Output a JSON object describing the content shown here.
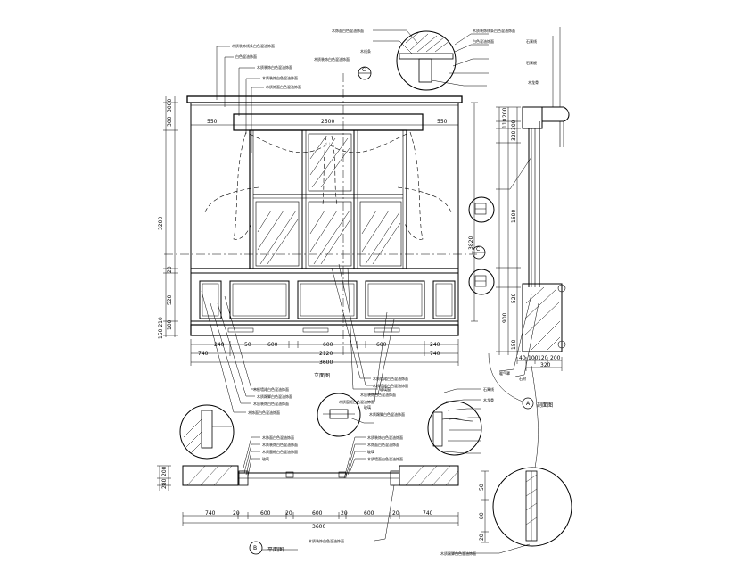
{
  "elevation": {
    "top_widths": [
      "550",
      "2500",
      "550"
    ],
    "bottom_row1": [
      "240",
      "50",
      "600",
      "600",
      "600",
      "240"
    ],
    "bottom_row2": [
      "740",
      "2120",
      "740"
    ],
    "total_width": "3600",
    "left_heights": [
      "3000",
      "300",
      "3200",
      "20",
      "520",
      "100",
      "150 210"
    ],
    "right_upper_height": "3820",
    "section_marker_top": "C",
    "section_marker_right": "C",
    "caption": "立面图"
  },
  "side_section": {
    "heights": [
      "200",
      "110",
      "320",
      "300",
      "1600",
      "520",
      "900",
      "150"
    ],
    "bottom_dims": [
      "40",
      "100",
      "120",
      "200"
    ],
    "bottom_total": "320",
    "marker": "A",
    "caption": "剖面图"
  },
  "plan": {
    "widths": [
      "740",
      "20",
      "600",
      "20",
      "600",
      "20",
      "600",
      "20",
      "740"
    ],
    "total": "3600",
    "side_dims": [
      "200",
      "280"
    ],
    "marker": "B",
    "caption": "平面图"
  },
  "detail_bottom_right": {
    "heights": [
      "50",
      "80",
      "20"
    ]
  },
  "callouts": {
    "top_left": [
      "木质装饰线条白色混油饰面",
      "白色混油饰面",
      "木质装饰白色混油饰面",
      "木质装饰白色混油饰面",
      "木质饰面白色混油饰面"
    ],
    "top_detail": [
      "木饰面白色混油饰面",
      "木线条",
      "木质装饰白色混油饰面",
      "木质装饰线条白色混油饰面",
      "白色混油饰面"
    ],
    "top_right": [
      "石膏线",
      "石膏板",
      "木龙骨"
    ],
    "bottom_elev_left": [
      "木质墙裙白色混油饰面",
      "木质踢脚白色混油饰面",
      "木质装饰白色混油饰面",
      "木饰面白色混油饰面"
    ],
    "bottom_elev_center": [
      "木质墙裙白色混油饰面",
      "玻璃窗",
      "木质窗框白色混油饰面"
    ],
    "bottom_elev_right": [
      "木质墙裙白色混油饰面",
      "木质装饰白色混油饰面",
      "玻璃",
      "木质踢脚白色混油饰面"
    ],
    "side_notes": [
      "石膏线",
      "木龙骨",
      "暖气罩",
      "石材"
    ],
    "plan_left": [
      "木饰面白色混油饰面",
      "木质装饰白色混油饰面",
      "木质窗框白色混油饰面",
      "玻璃"
    ],
    "plan_right": [
      "木质装饰白色混油饰面",
      "木饰面白色混油饰面",
      "玻璃",
      "木质墙面白色混油饰面"
    ],
    "plan_bottom": "木质装饰白色混油饰面",
    "bottom_right": "木质踢脚白色混油饰面"
  }
}
